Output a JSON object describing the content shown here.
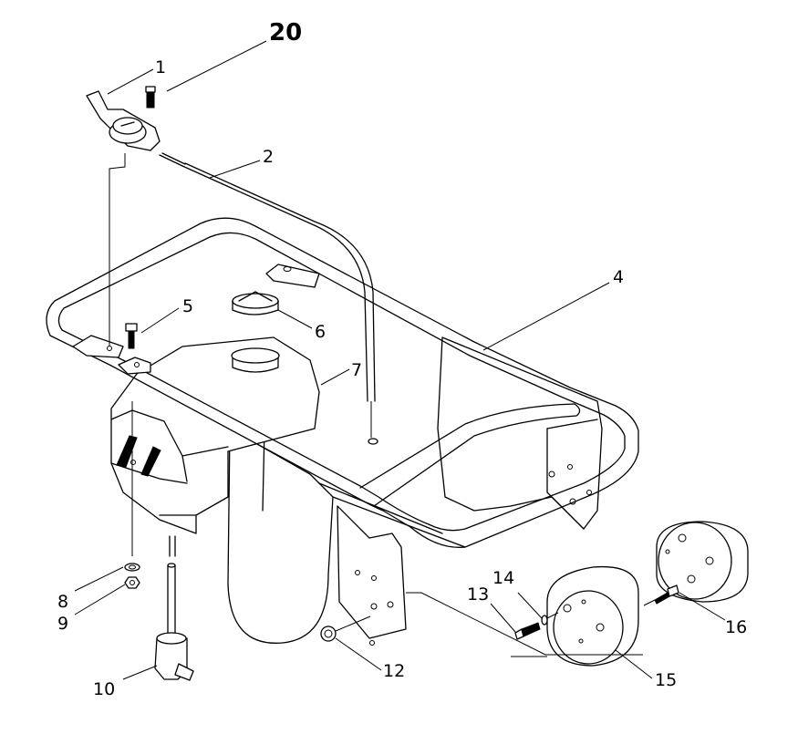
{
  "diagram": {
    "callouts": [
      {
        "id": "1",
        "text": "1"
      },
      {
        "id": "20",
        "text": "20"
      },
      {
        "id": "2",
        "text": "2"
      },
      {
        "id": "4",
        "text": "4"
      },
      {
        "id": "5",
        "text": "5"
      },
      {
        "id": "6",
        "text": "6"
      },
      {
        "id": "7",
        "text": "7"
      },
      {
        "id": "8",
        "text": "8"
      },
      {
        "id": "9",
        "text": "9"
      },
      {
        "id": "10",
        "text": "10"
      },
      {
        "id": "12",
        "text": "12"
      },
      {
        "id": "13",
        "text": "13"
      },
      {
        "id": "14",
        "text": "14"
      },
      {
        "id": "15",
        "text": "15"
      },
      {
        "id": "16",
        "text": "16"
      }
    ]
  }
}
